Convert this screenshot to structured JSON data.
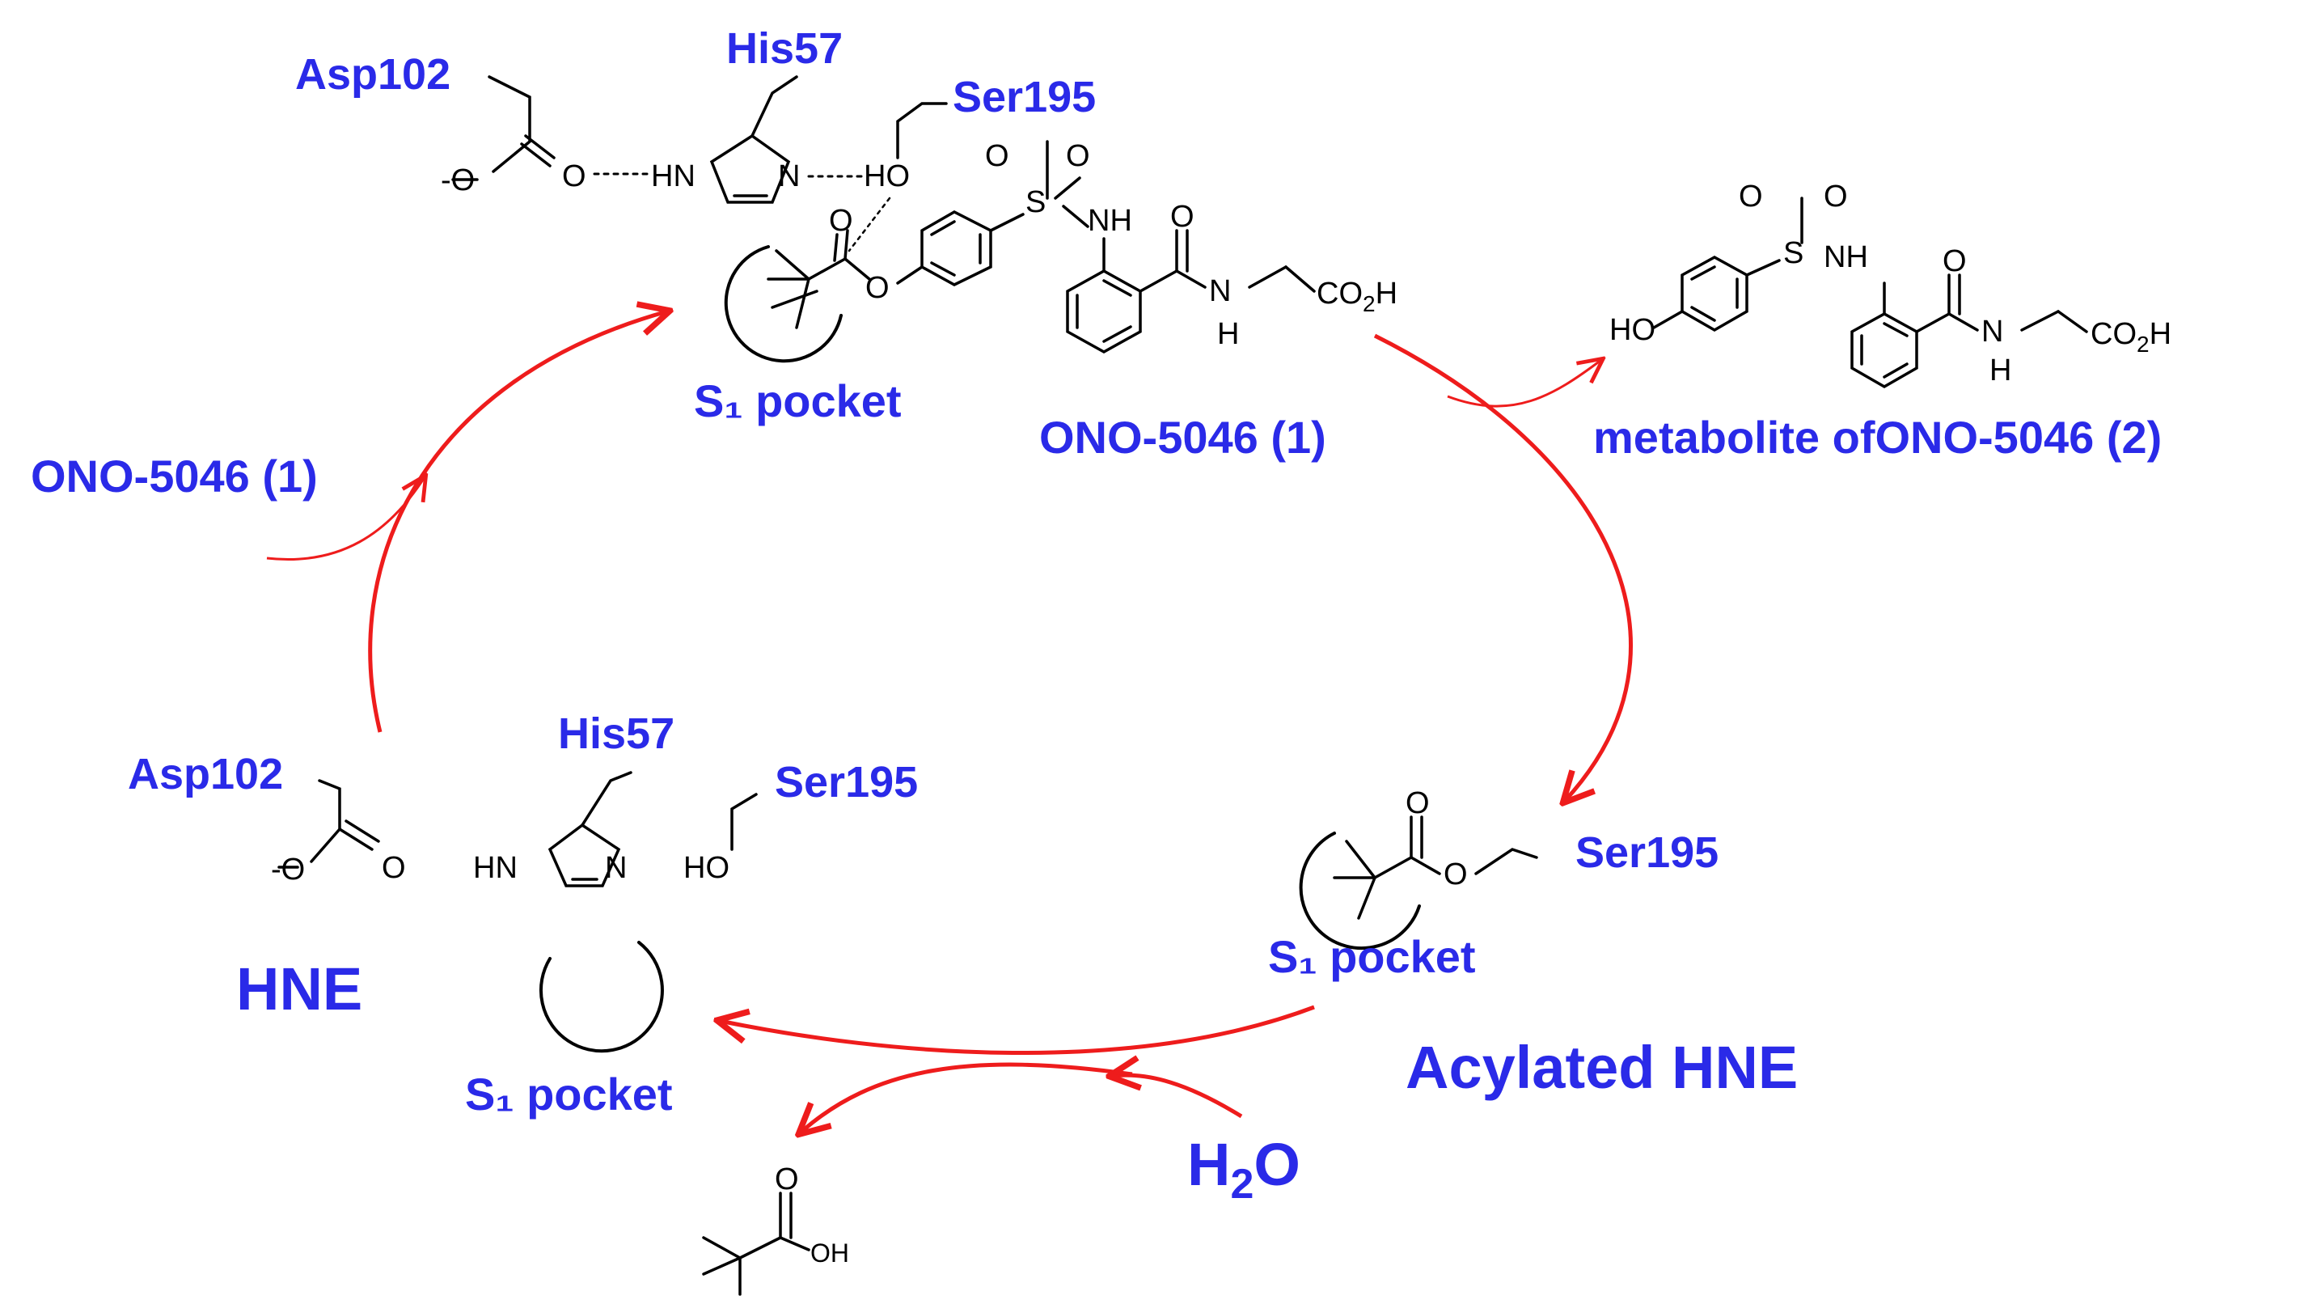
{
  "colors": {
    "label": "#2a2ae8",
    "arrow": "#ee1c1c",
    "bond": "#000000"
  },
  "residues": {
    "asp": "Asp102",
    "his": "His57",
    "ser": "Ser195"
  },
  "compounds": {
    "inhibitor_inflow": "ONO-5046 (1)",
    "inhibitor_name": "ONO-5046 (1)",
    "metabolite": "metabolite ofONO-5046 (2)"
  },
  "states": {
    "free_enzyme": "HNE",
    "acyl_enzyme": "Acylated HNE"
  },
  "pocket": {
    "label": "S₁ pocket"
  },
  "water": {
    "h": "H",
    "sub": "2",
    "o": "O"
  },
  "atoms": {
    "oxygen": "O",
    "nitrogen": "N",
    "hydroxyl": "HO",
    "nh_ring": "HN",
    "nh": "NH",
    "hydrogen": "H",
    "sulfur": "S",
    "carboxylate": "-O",
    "co2h_prefix": "CO",
    "co2h_sub": "2",
    "co2h_suffix": "H",
    "oh": "OH"
  }
}
